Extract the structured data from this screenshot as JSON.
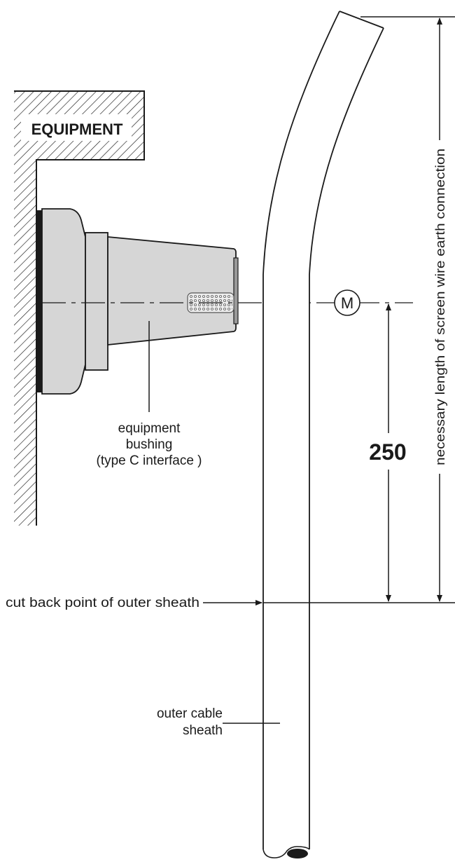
{
  "equipment_label": "EQUIPMENT",
  "bushing_label": {
    "line1": "equipment",
    "line2": "bushing",
    "line3": "(type C interface )"
  },
  "marker_label": "M",
  "dimension_value": "250",
  "dimension_vertical_label": "necessary length of screen wire earth connection",
  "cutback_label": "cut back point of outer sheath",
  "sheath_label": {
    "line1": "outer cable",
    "line2": "sheath"
  }
}
